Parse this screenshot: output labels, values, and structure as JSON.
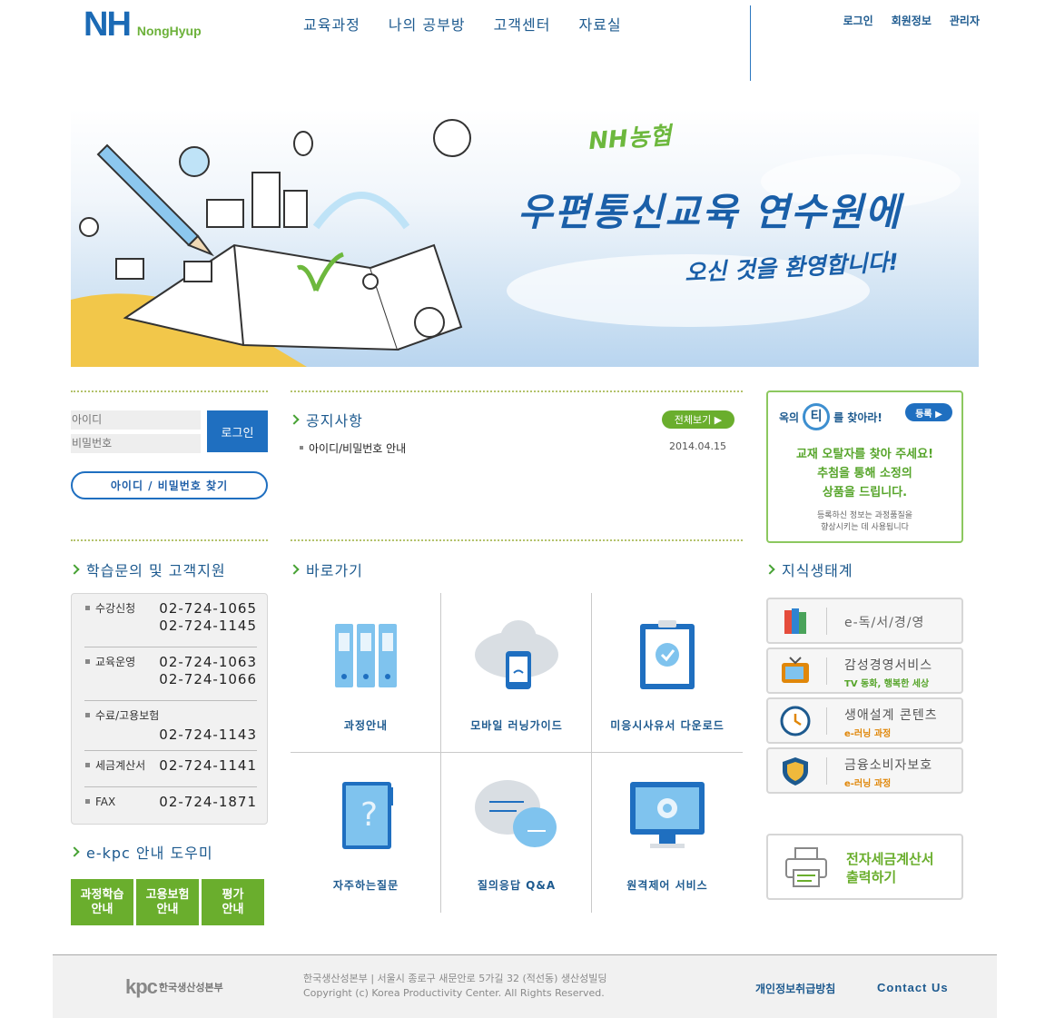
{
  "header": {
    "logo_mark": "NH",
    "logo_text": "NongHyup",
    "nav": [
      "교육과정",
      "나의 공부방",
      "고객센터",
      "자료실"
    ],
    "util": [
      "로그인",
      "회원정보",
      "관리자"
    ]
  },
  "banner": {
    "brand": "NH농협",
    "title": "우편통신교육 연수원에",
    "subtitle": "오신 것을 환영합니다!"
  },
  "login": {
    "id_placeholder": "아이디",
    "pw_placeholder": "비밀번호",
    "login_button": "로그인",
    "find_button": "아이디 / 비밀번호 찾기"
  },
  "notice": {
    "title": "공지사항",
    "more": "전체보기 ▶",
    "items": [
      {
        "title": "아이디/비밀번호 안내",
        "date": "2014.04.15"
      }
    ]
  },
  "event": {
    "pre": "옥의",
    "ti": "티",
    "post": "를 찾아라!",
    "register": "등록 ▶",
    "msg": [
      "교재 오탈자를 찾아 주세요!",
      "추첨을 통해 소정의",
      "상품을 드립니다."
    ],
    "note": [
      "등록하신 정보는 과정품질을",
      "향상시키는 데 사용됩니다"
    ]
  },
  "support": {
    "title": "학습문의 및 고객지원",
    "contacts": [
      {
        "label": "수강신청",
        "numbers": [
          "02-724-1065",
          "02-724-1145"
        ]
      },
      {
        "label": "교육운영",
        "numbers": [
          "02-724-1063",
          "02-724-1066"
        ]
      },
      {
        "label": "수료/고용보험",
        "numbers": [
          "02-724-1143"
        ]
      },
      {
        "label": "세금계산서",
        "numbers": [
          "02-724-1141"
        ]
      },
      {
        "label": "FAX",
        "numbers": [
          "02-724-1871"
        ]
      }
    ]
  },
  "helper": {
    "title": "e-kpc 안내 도우미",
    "buttons": [
      [
        "과정학습",
        "안내"
      ],
      [
        "고용보험",
        "안내"
      ],
      [
        "평가",
        "안내"
      ]
    ]
  },
  "shortcut": {
    "title": "바로가기",
    "items": [
      {
        "label": "과정안내",
        "icon": "binders-icon"
      },
      {
        "label": "모바일 러닝가이드",
        "icon": "mobile-cloud-icon"
      },
      {
        "label": "미응시사유서 다운로드",
        "icon": "clipboard-check-icon"
      },
      {
        "label": "자주하는질문",
        "icon": "question-book-icon"
      },
      {
        "label": "질의응답 Q&A",
        "icon": "chat-bubbles-icon"
      },
      {
        "label": "원격제어 서비스",
        "icon": "monitor-gear-icon"
      }
    ]
  },
  "knowledge": {
    "title": "지식생태계",
    "items": [
      {
        "label": "e-독/서/경/영",
        "sub": "",
        "icon": "books-icon"
      },
      {
        "label": "감성경영서비스",
        "sub": "TV 동화, 행복한 세상",
        "icon": "tv-icon"
      },
      {
        "label": "생애설계 콘텐츠",
        "sub": "e-러닝 과정",
        "icon": "clock-icon"
      },
      {
        "label": "금융소비자보호",
        "sub": "e-러닝 과정",
        "icon": "shield-icon"
      }
    ],
    "tax_label": [
      "전자세금계산서",
      "출력하기"
    ]
  },
  "footer": {
    "logo_mark": "kpc",
    "logo_name": "한국생산성본부",
    "address": "한국생산성본부 | 서울시 종로구 새문안로 5가길 32 (적선동) 생산성빌딩",
    "copyright": "Copyright (c) Korea Productivity Center. All Rights Reserved.",
    "privacy": "개인정보취급방침",
    "contact": "Contact Us"
  },
  "colors": {
    "primary": "#1f6fc0",
    "accent_green": "#6aae2d",
    "nav_text": "#1d5a8f"
  }
}
